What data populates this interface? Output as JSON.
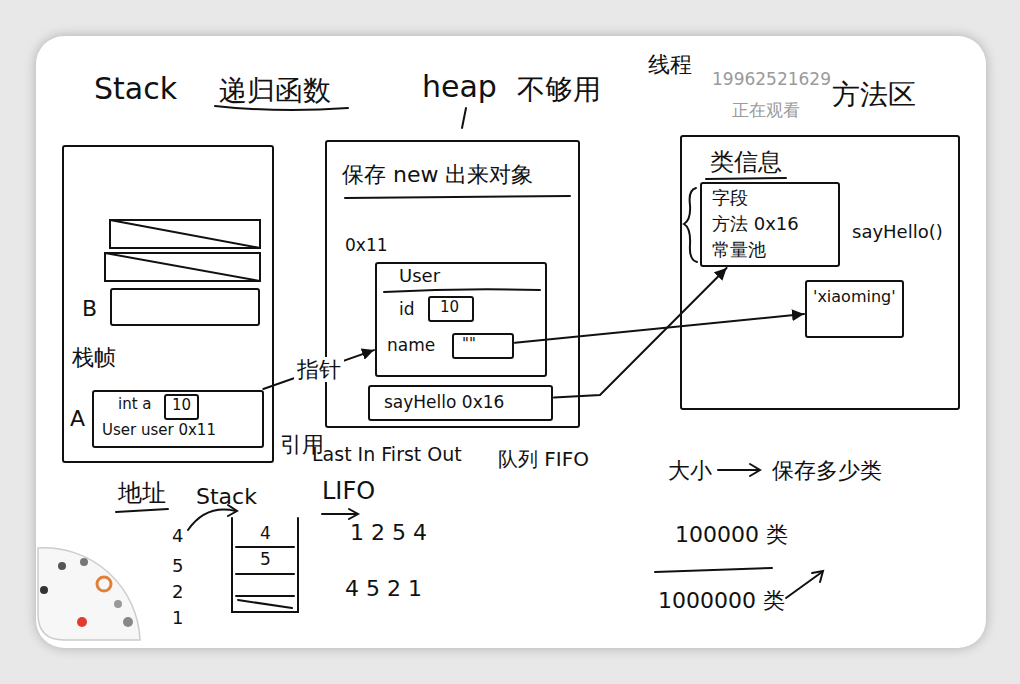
{
  "diagram": {
    "nodes": [
      {
        "text": [
          "Stack",
          "递归函数"
        ]
      },
      {
        "text": [
          "B"
        ],
        "in": 0
      },
      {
        "text": [
          "A",
          "int a",
          "User user 0x11"
        ],
        "in": 0
      },
      {
        "text": [
          "10"
        ],
        "in": 2
      },
      {
        "text": [
          "heap",
          "不够用",
          "保存 new 出来对象"
        ]
      },
      {
        "text": [
          "0x11",
          "User",
          "id",
          "name"
        ],
        "in": 4
      },
      {
        "text": [
          "10"
        ],
        "in": 5
      },
      {
        "text": [
          "\"\""
        ],
        "in": 5
      },
      {
        "text": [
          "sayHello 0x16"
        ],
        "in": 4
      },
      {
        "text": [
          "方法区",
          "类信息"
        ]
      },
      {
        "text": [
          "字段",
          "方法 0x16",
          "常量池"
        ],
        "in": 9
      },
      {
        "text": [
          "'xiaoming'"
        ],
        "in": 9
      }
    ],
    "edges": [
      {
        "from": 2,
        "to": 5,
        "arrow": "to",
        "label": "指针"
      },
      {
        "from": 7,
        "to": 11,
        "arrow": "to"
      },
      {
        "from": 8,
        "to": 10,
        "arrow": "to"
      }
    ],
    "labels": [
      "19962521629",
      "正在观看",
      "线程",
      "栈帧",
      "引用",
      "sayHello()",
      "Last In First Out",
      "队列 FIFO",
      "大小",
      "保存多少类",
      "地址",
      "Stack",
      "LIFO",
      "4",
      "5",
      "2",
      "1",
      "4",
      "5",
      "1 2 5 4",
      "4 5 2 1",
      "100000 类",
      "1000000 类"
    ]
  }
}
